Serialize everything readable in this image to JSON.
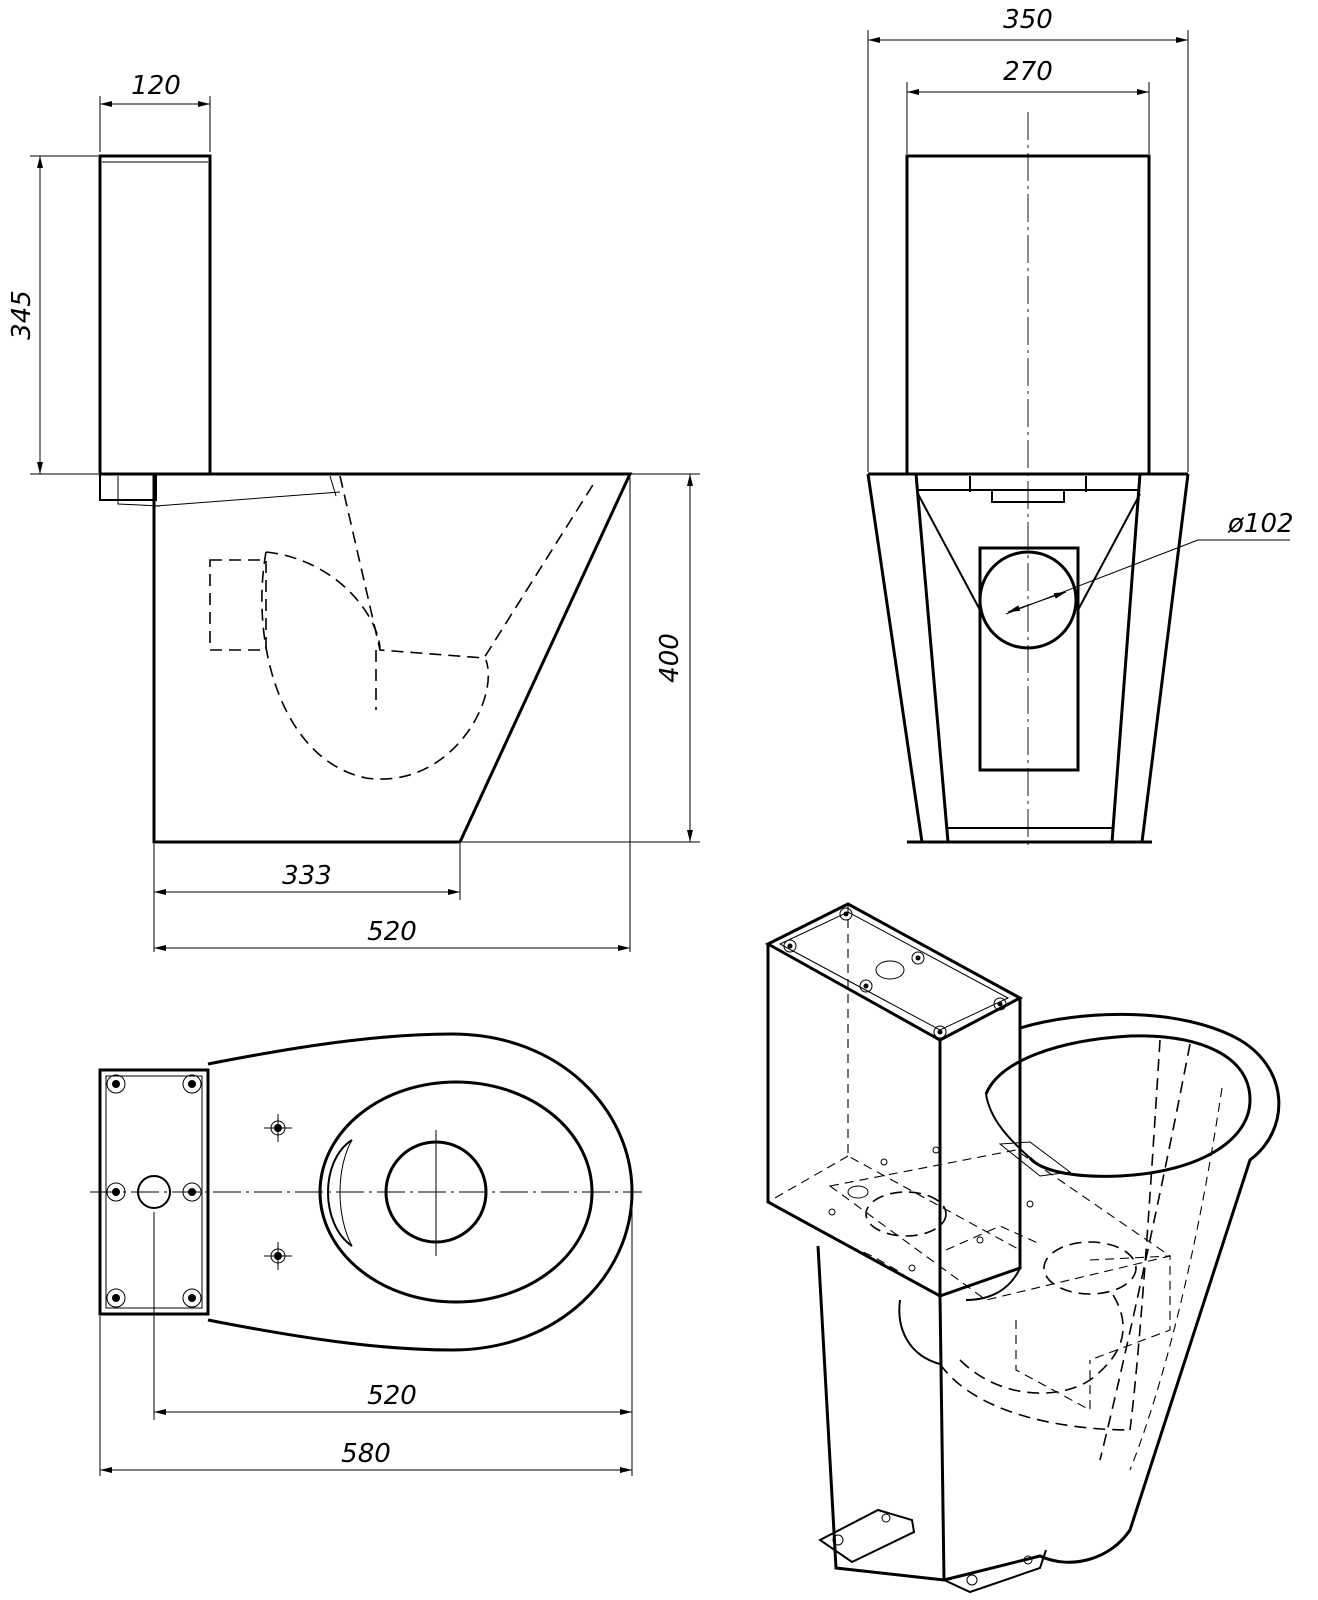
{
  "dimensions": {
    "tank_width": "120",
    "tank_height": "345",
    "bowl_height": "400",
    "base_length": "333",
    "side_length": "520",
    "total_width": "350",
    "tank_front_width": "270",
    "outlet_diameter": "ø102",
    "plan_length": "520",
    "plan_total": "580"
  },
  "colors": {
    "line": "#000000",
    "background": "#ffffff"
  }
}
